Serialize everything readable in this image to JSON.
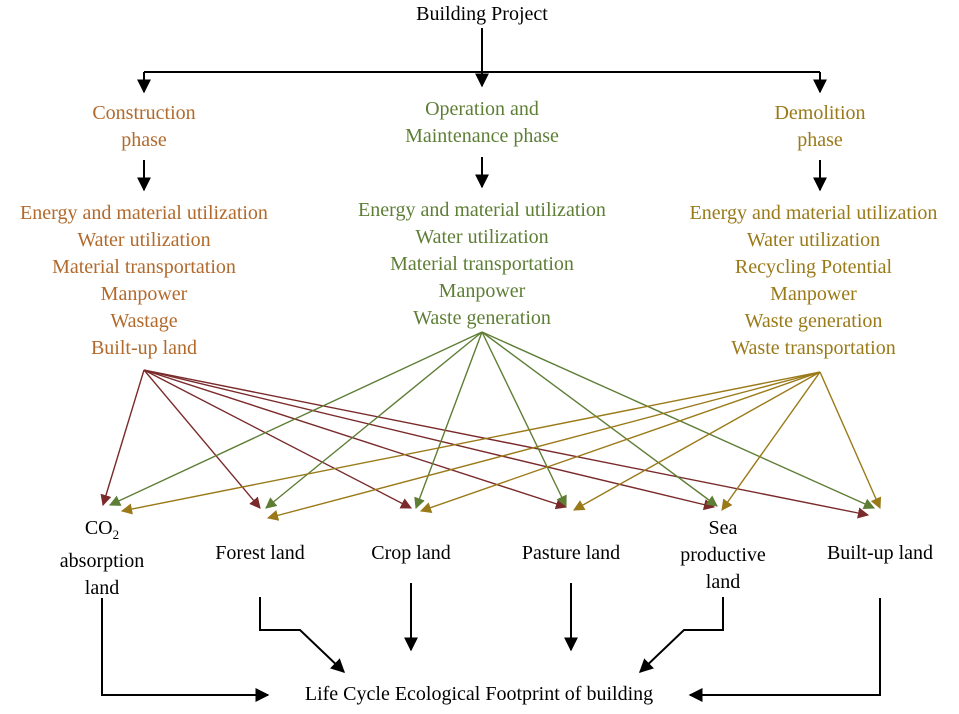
{
  "colors": {
    "construction": "#b26a2c",
    "operation": "#5e7e36",
    "demolition": "#9a7a18",
    "construction_arrows": "#7a2a2a",
    "operation_arrows": "#5e7e36",
    "demolition_arrows": "#9a7a18",
    "black": "#000000"
  },
  "top": {
    "title": "Building Project"
  },
  "phases": {
    "construction": {
      "line1": "Construction",
      "line2": "phase"
    },
    "operation": {
      "line1": "Operation and",
      "line2": "Maintenance phase"
    },
    "demolition": {
      "line1": "Demolition",
      "line2": "phase"
    }
  },
  "inputs": {
    "construction": [
      "Energy and material utilization",
      "Water utilization",
      "Material transportation",
      "Manpower",
      "Wastage",
      "Built-up land"
    ],
    "operation": [
      "Energy and material utilization",
      "Water utilization",
      "Material transportation",
      "Manpower",
      "Waste generation"
    ],
    "demolition": [
      "Energy and material utilization",
      "Water utilization",
      "Recycling Potential",
      "Manpower",
      "Waste generation",
      "Waste transportation"
    ]
  },
  "lands": {
    "co2": {
      "line1_main": "CO",
      "line1_sub": "2",
      "line2": "absorption",
      "line3": "land"
    },
    "forest": "Forest land",
    "crop": "Crop land",
    "pasture": "Pasture land",
    "sea": {
      "line1": "Sea",
      "line2": "productive",
      "line3": "land"
    },
    "builtup": "Built-up land"
  },
  "footer": {
    "title": "Life Cycle Ecological Footprint of building"
  }
}
